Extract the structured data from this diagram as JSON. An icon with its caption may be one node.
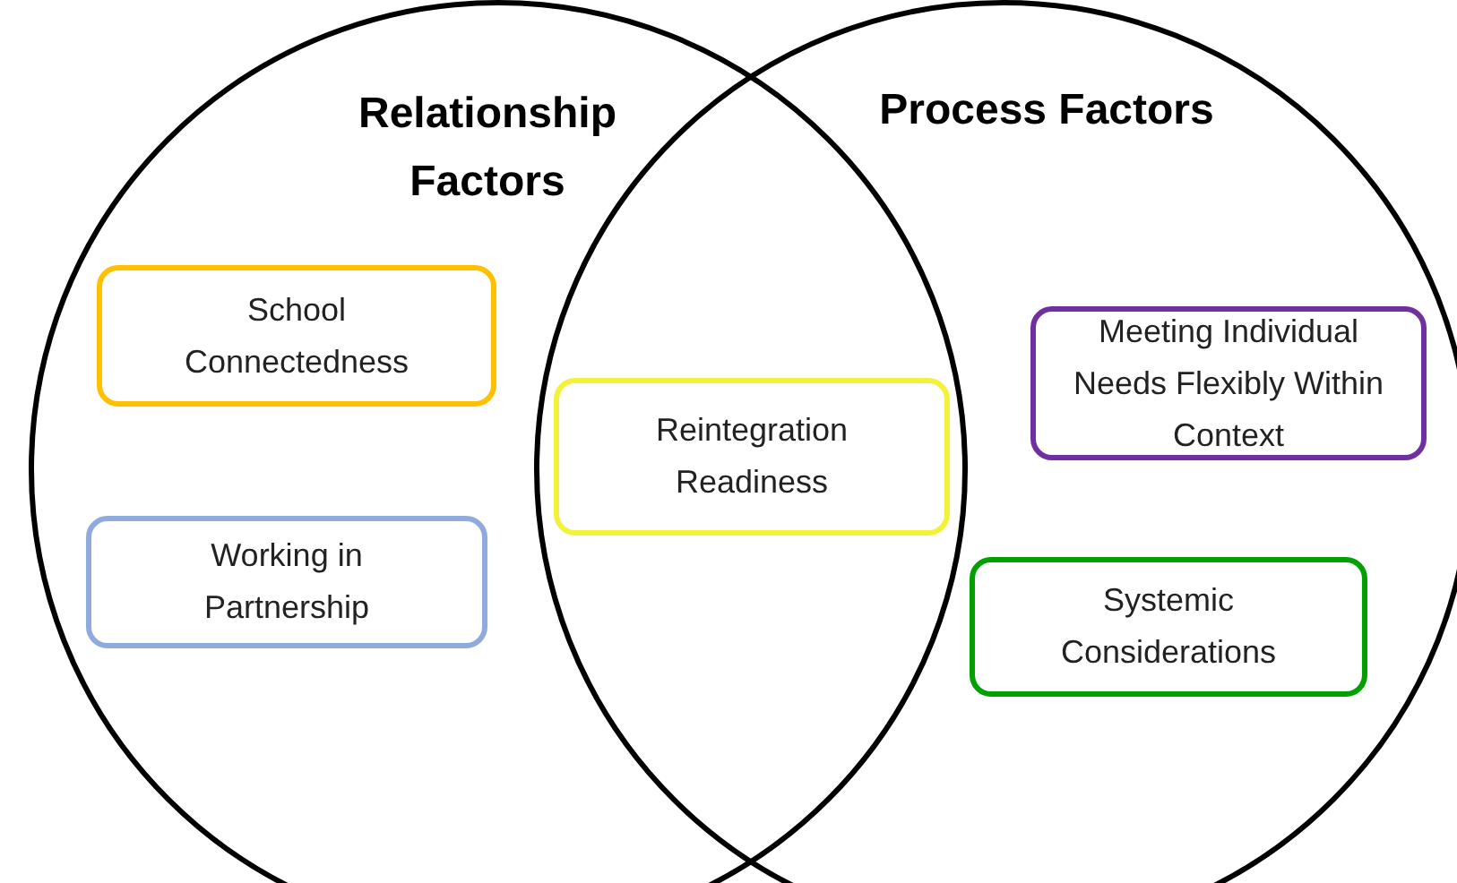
{
  "diagram": {
    "nodes": [
      {
        "text": [
          "Relationship Factors"
        ]
      },
      {
        "text": [
          "Process Factors"
        ]
      },
      {
        "text": [
          "School Connectedness"
        ],
        "in": 0
      },
      {
        "text": [
          "Working in Partnership"
        ],
        "in": 0
      },
      {
        "text": [
          "Reintegration Readiness"
        ]
      },
      {
        "text": [
          "Meeting Individual Needs Flexibly Within Context"
        ],
        "in": 1
      },
      {
        "text": [
          "Systemic Considerations"
        ],
        "in": 1
      }
    ]
  }
}
